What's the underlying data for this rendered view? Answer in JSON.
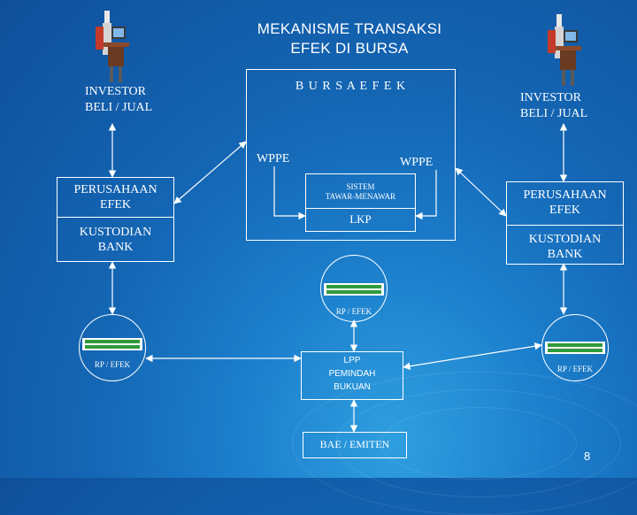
{
  "title_line1": "MEKANISME TRANSAKSI",
  "title_line2": "EFEK DI BURSA",
  "bursa_label": "B U R S A   E F E K",
  "left": {
    "investor_line1": "INVESTOR",
    "investor_line2": "BELI / JUAL",
    "perusahaan_line1": "PERUSAHAAN",
    "perusahaan_line2": "EFEK",
    "kustodian_line1": "KUSTODIAN",
    "kustodian_line2": "BANK",
    "money_label": "RP / EFEK"
  },
  "right": {
    "investor_line1": "INVESTOR",
    "investor_line2": "BELI / JUAL",
    "perusahaan_line1": "PERUSAHAAN",
    "perusahaan_line2": "EFEK",
    "kustodian_line1": "KUSTODIAN",
    "kustodian_line2": "BANK",
    "money_label": "RP / EFEK"
  },
  "wppe_left": "WPPE",
  "wppe_right": "WPPE",
  "sistem_line1": "SISTEM",
  "sistem_line2": "TAWAR-MENAWAR",
  "lkp": "LKP",
  "center_money_label": "RP / EFEK",
  "lpp_line1": "LPP",
  "lpp_line2": "PEMINDAH",
  "lpp_line3": "BUKUAN",
  "bae": "BAE / EMITEN",
  "slide_number": "8",
  "colors": {
    "background": "#1466b4",
    "lines": "#ffffff",
    "money": "#2f9a3c"
  },
  "icons": [
    "investor-at-computer-icon",
    "money-stack-icon"
  ]
}
